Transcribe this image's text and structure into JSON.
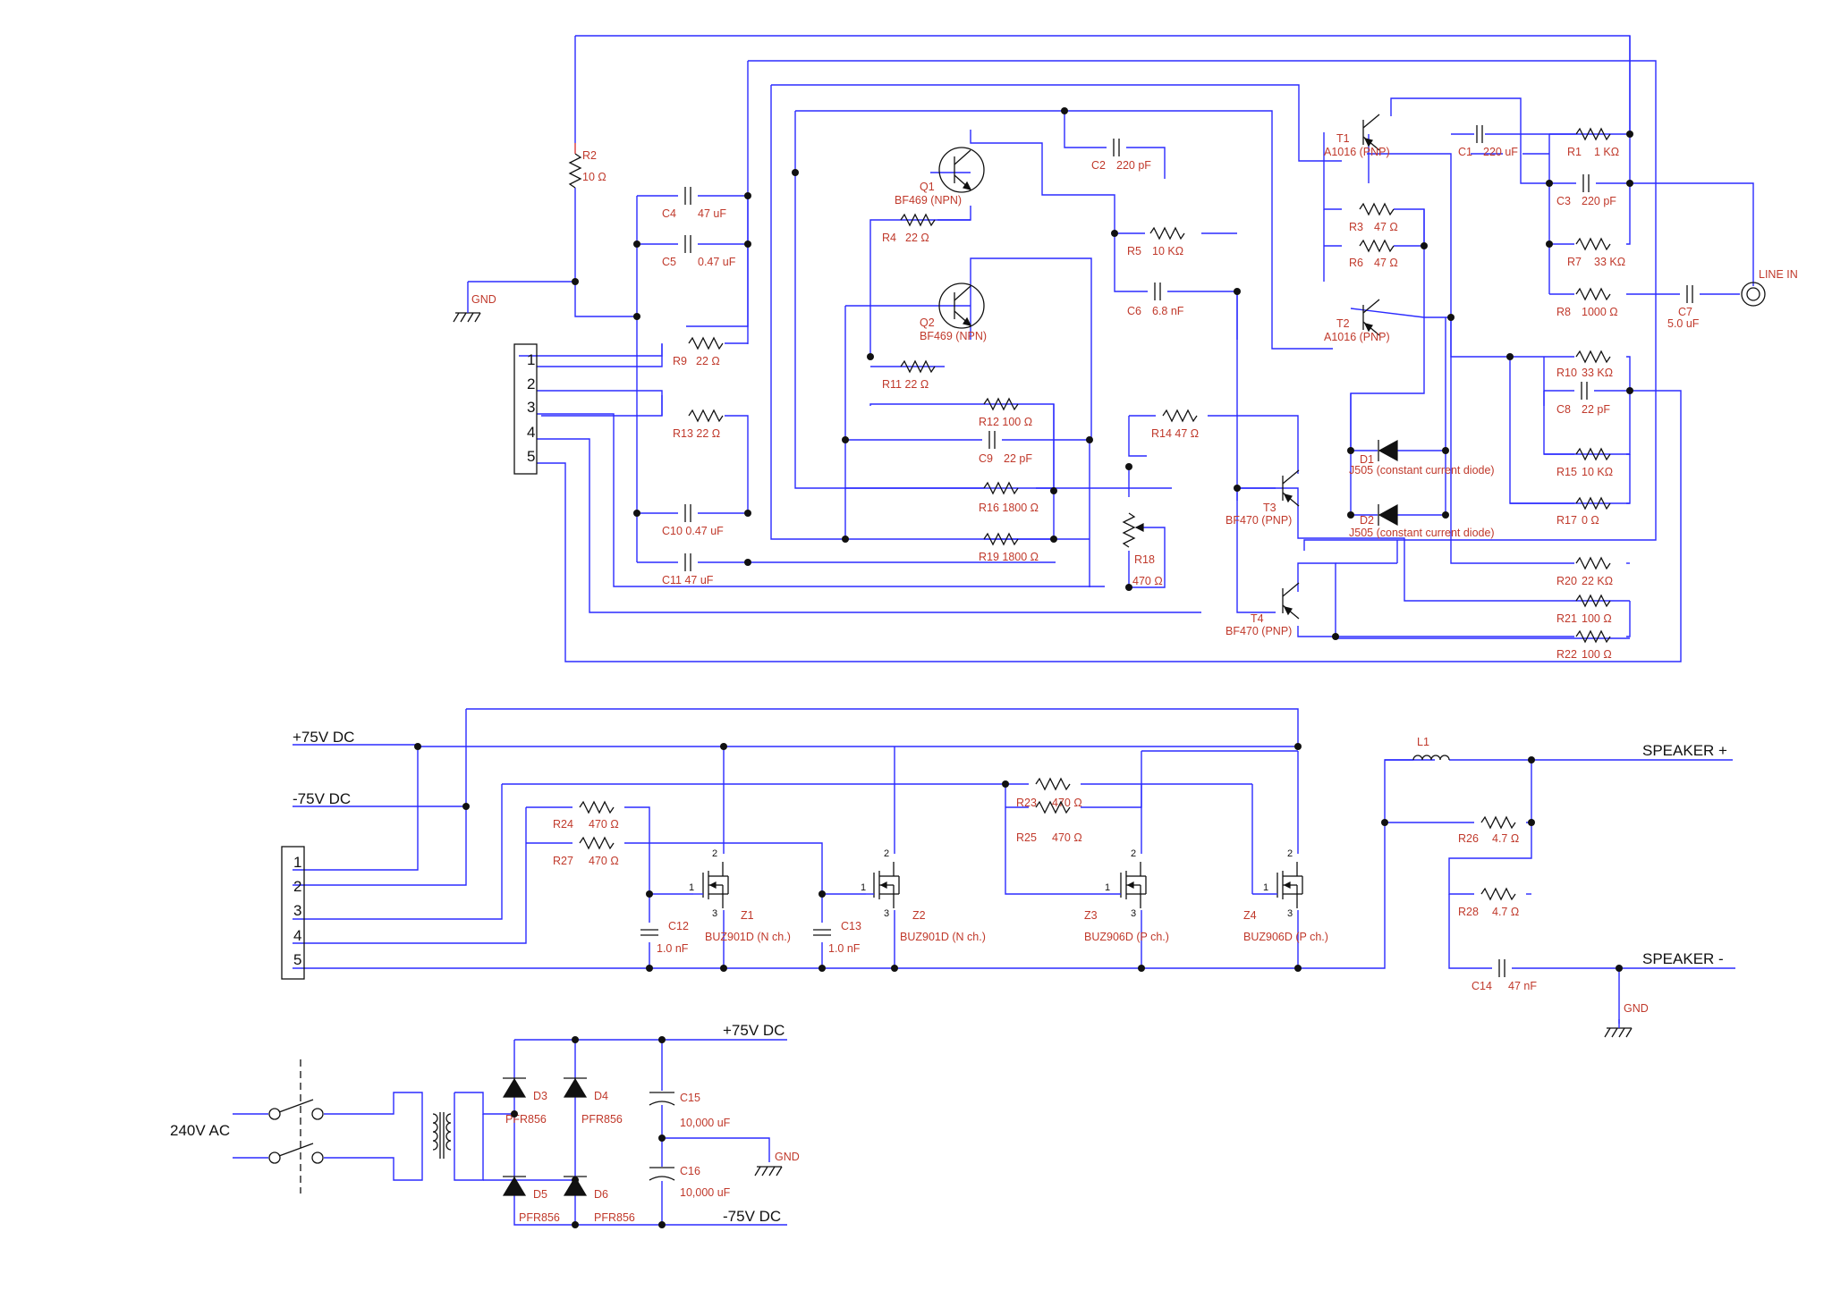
{
  "labels": {
    "R2": "R2",
    "R2v": "10 Ω",
    "GND1": "GND",
    "C4": "C4",
    "C4v": "47 uF",
    "C5": "C5",
    "C5v": "0.47 uF",
    "R9": "R9",
    "R9v": "22 Ω",
    "R13": "R13 22 Ω",
    "C10": "C10 0.47 uF",
    "C11": "C11 47 uF",
    "Q1": "Q1",
    "Q1v": "BF469 (NPN)",
    "Q2": "Q2",
    "Q2v": "BF469 (NPN)",
    "R4": "R4",
    "R4v": "22 Ω",
    "R11": "R11 22 Ω",
    "C2": "C2",
    "C2v": "220 pF",
    "R5": "R5",
    "R5v": "10 KΩ",
    "C6": "C6",
    "C6v": "6.8 nF",
    "R12": "R12 100 Ω",
    "C9": "C9",
    "C9v": "22 pF",
    "R16": "R16 1800 Ω",
    "R19": "R19 1800 Ω",
    "R14": "R14 47 Ω",
    "R18": "R18",
    "R18v": "470 Ω",
    "T1": "T1",
    "T1v": "A1016 (PNP)",
    "T2": "T2",
    "T2v": "A1016 (PNP)",
    "T3": "T3",
    "T3v": "BF470 (PNP)",
    "T4": "T4",
    "T4v": "BF470 (PNP)",
    "R3": "R3",
    "R3v": "47 Ω",
    "R6": "R6",
    "R6v": "47 Ω",
    "C1": "C1",
    "C1v": "220 uF",
    "R1": "R1",
    "R1v": "1 KΩ",
    "C3": "C3",
    "C3v": "220 pF",
    "R7": "R7",
    "R7v": "33 KΩ",
    "R8": "R8",
    "R8v": "1000 Ω",
    "C7": "C7",
    "C7v": "5.0 uF",
    "LINEIN": "LINE IN",
    "R10": "R10",
    "R10v": "33 KΩ",
    "C8": "C8",
    "C8v": "22 pF",
    "D1": "D1",
    "D1v": "J505 (constant current diode)",
    "D2": "D2",
    "D2v": "J505 (constant current diode)",
    "R15": "R15",
    "R15v": "10 KΩ",
    "R17": "R17",
    "R17v": "0 Ω",
    "R20": "R20",
    "R20v": "22 KΩ",
    "R21": "R21",
    "R21v": "100 Ω",
    "R22": "R22",
    "R22v": "100 Ω",
    "P75a": "+75V DC",
    "M75a": "-75V DC",
    "R24": "R24",
    "R24v": "470 Ω",
    "R27": "R27",
    "R27v": "470 Ω",
    "C12": "C12",
    "C12v": "1.0 nF",
    "C13": "C13",
    "C13v": "1.0 nF",
    "Z1": "Z1",
    "Z1v": "BUZ901D (N ch.)",
    "Z2": "Z2",
    "Z2v": "BUZ901D (N ch.)",
    "Z3": "Z3",
    "Z3v": "BUZ906D (P ch.)",
    "Z4": "Z4",
    "Z4v": "BUZ906D (P ch.)",
    "R23": "R23",
    "R23v": "470 Ω",
    "R25": "R25",
    "R25v": "470 Ω",
    "L1": "L1",
    "SPKP": "SPEAKER +",
    "SPKM": "SPEAKER -",
    "R26": "R26",
    "R26v": "4.7 Ω",
    "R28": "R28",
    "R28v": "4.7 Ω",
    "C14": "C14",
    "C14v": "47 nF",
    "GND2": "GND",
    "AC": "240V AC",
    "D3": "D3",
    "D3v": "PFR856",
    "D4": "D4",
    "D4v": "PFR856",
    "D5": "D5",
    "D5v": "PFR856",
    "D6": "D6",
    "D6v": "PFR856",
    "C15": "C15",
    "C15v": "10,000 uF",
    "C16": "C16",
    "C16v": "10,000 uF",
    "P75b": "+75V DC",
    "M75b": "-75V DC",
    "GND3": "GND"
  },
  "pins": {
    "top": [
      "1",
      "2",
      "3",
      "4",
      "5"
    ],
    "bottom": [
      "1",
      "2",
      "3",
      "4",
      "5"
    ],
    "fet_gate": "1",
    "fet_drain": "2",
    "fet_source": "3"
  }
}
